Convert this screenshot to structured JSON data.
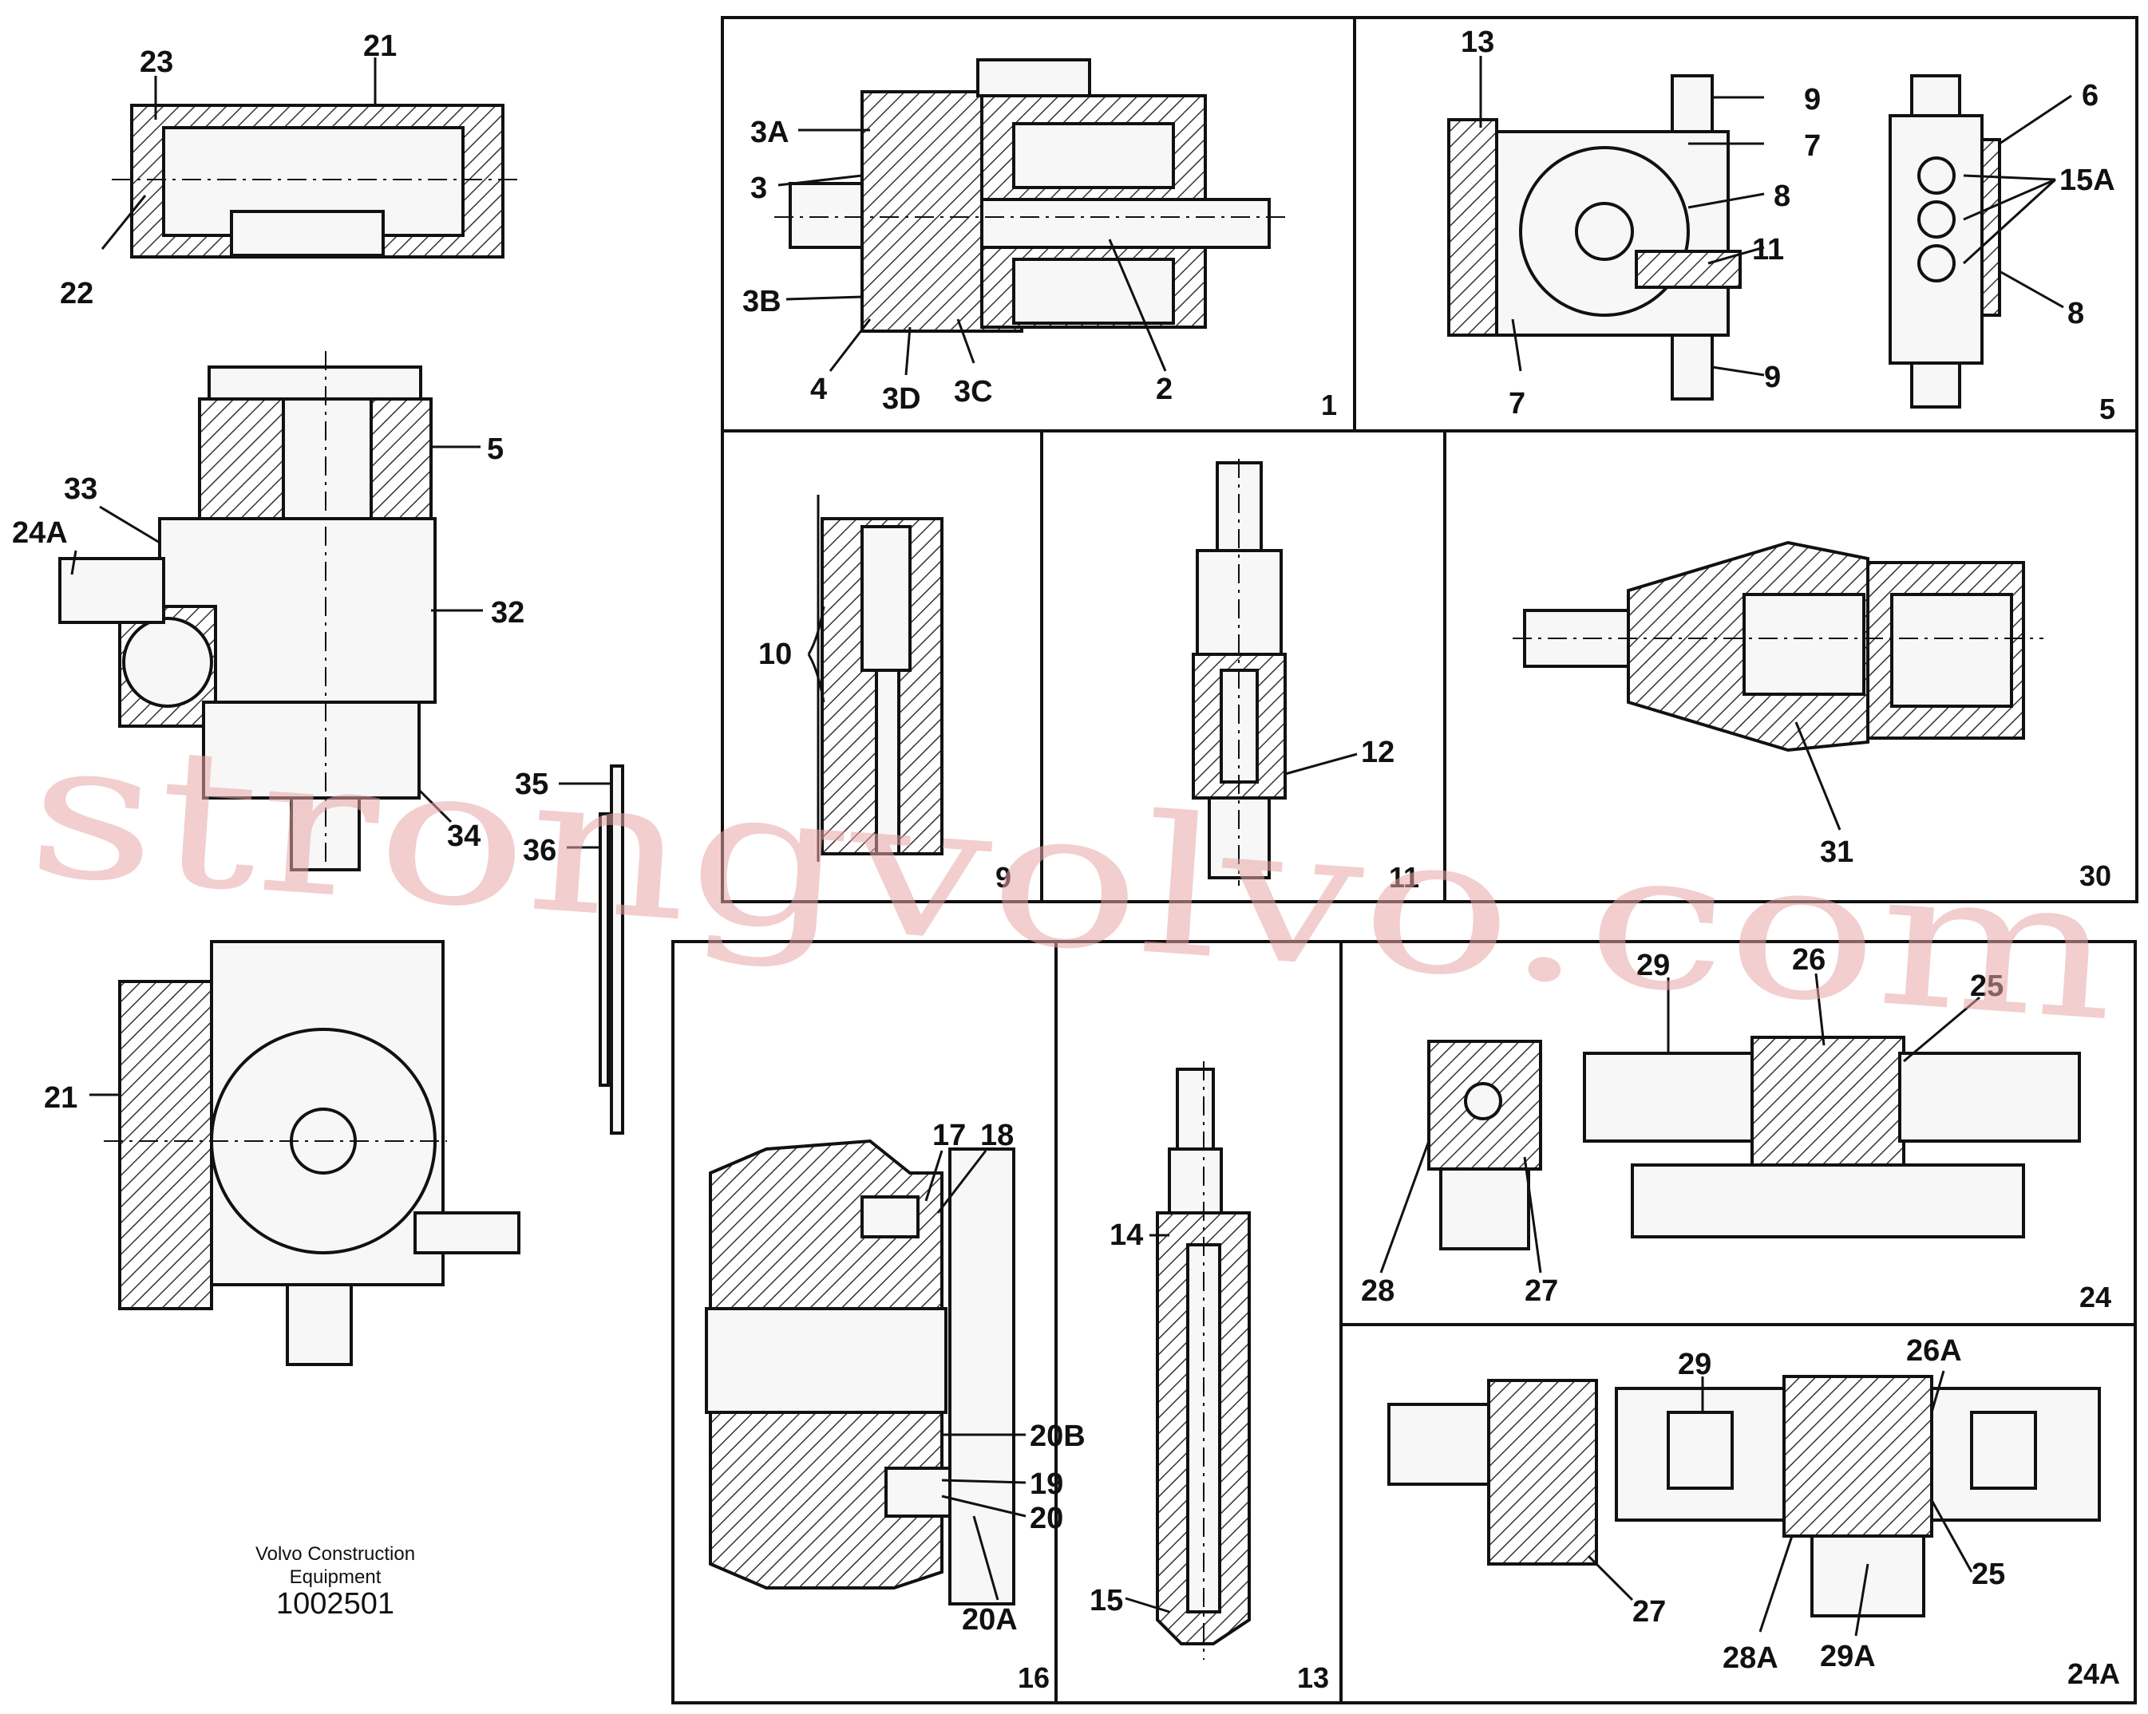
{
  "footer": {
    "company_line1": "Volvo Construction",
    "company_line2": "Equipment",
    "drawing_number": "1002501"
  },
  "watermark": "strongvolvo.com",
  "callouts": {
    "c23": "23",
    "c21a": "21",
    "c22": "22",
    "c5": "5",
    "c33": "33",
    "c24A": "24A",
    "c32": "32",
    "c34": "34",
    "c35": "35",
    "c36": "36",
    "c21b": "21",
    "c3A": "3A",
    "c3": "3",
    "c3B": "3B",
    "c4": "4",
    "c3D": "3D",
    "c3C": "3C",
    "c2": "2",
    "c13a": "13",
    "c9a": "9",
    "c7a": "7",
    "c8a": "8",
    "c11a": "11",
    "c7b": "7",
    "c9b": "9",
    "c6": "6",
    "c15A": "15A",
    "c8b": "8",
    "c10": "10",
    "c12": "12",
    "c31": "31",
    "c17": "17",
    "c18": "18",
    "c20B": "20B",
    "c19": "19",
    "c20": "20",
    "c20A": "20A",
    "c14": "14",
    "c15": "15",
    "c29a": "29",
    "c26": "26",
    "c25a": "25",
    "c28": "28",
    "c27a": "27",
    "c29b": "29",
    "c26A": "26A",
    "c25b": "25",
    "c27b": "27",
    "c28A": "28A",
    "c29A": "29A"
  },
  "panels": {
    "p1": "1",
    "p5": "5",
    "p9": "9",
    "p11": "11",
    "p30": "30",
    "p16": "16",
    "p13": "13",
    "p24": "24",
    "p24A": "24A"
  }
}
